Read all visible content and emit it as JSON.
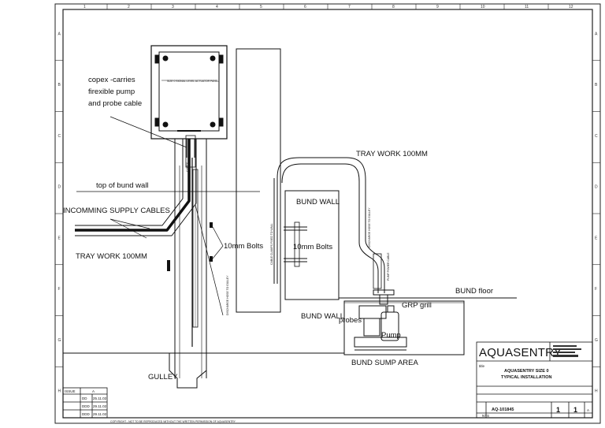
{
  "labels": {
    "copex": [
      "copex -carries",
      "firexible pump",
      "and probe cable"
    ],
    "top_of_bund_wall": "top of bund wall",
    "incomming_supply": "INCOMMING SUPPLY CABLES",
    "tray_work_left": "TRAY WORK 100MM",
    "tray_work_top": "TRAY WORK 100MM",
    "bolts_left": "10mm Bolts",
    "bolts_right": "10mm Bolts",
    "bund_wall_top": "BUND WALL",
    "bund_wall_lower": "BUND WALL",
    "bund_floor": "BUND floor",
    "grp_grill": "GRP grill",
    "probes": "probes",
    "pump": "Pump",
    "bund_sump_area": "BUND SUMP AREA",
    "gulley": "GULLEY"
  },
  "title_block": {
    "logo": "AQUASENTRY",
    "title_label": "title",
    "title_lines": [
      "AQUASENTRY SIZE 0",
      "TYPICAL INSTALLATION"
    ],
    "drawing_no": "AQ-101845",
    "sheet": "1",
    "total_sheets": "1",
    "revision_letter": "A",
    "scale": "NTS"
  },
  "revision_table": {
    "header": "ISSUE",
    "header_value": "A",
    "rows": [
      [
        "",
        "DD",
        "25.11.02"
      ],
      [
        "",
        "DDD",
        "29.11.02"
      ],
      [
        "",
        "DDD",
        "29.11.02"
      ]
    ]
  },
  "copyright": "COPYRIGHT - NOT TO BE REPRODUCED WITHOUT THE WRITTEN PERMISSION OF AQUASENTRY",
  "grid": {
    "columns": [
      "1",
      "2",
      "3",
      "4",
      "5",
      "6",
      "7",
      "8",
      "9",
      "10",
      "11",
      "12"
    ],
    "rows": [
      "A",
      "B",
      "C",
      "D",
      "E",
      "F",
      "G",
      "H"
    ]
  }
}
